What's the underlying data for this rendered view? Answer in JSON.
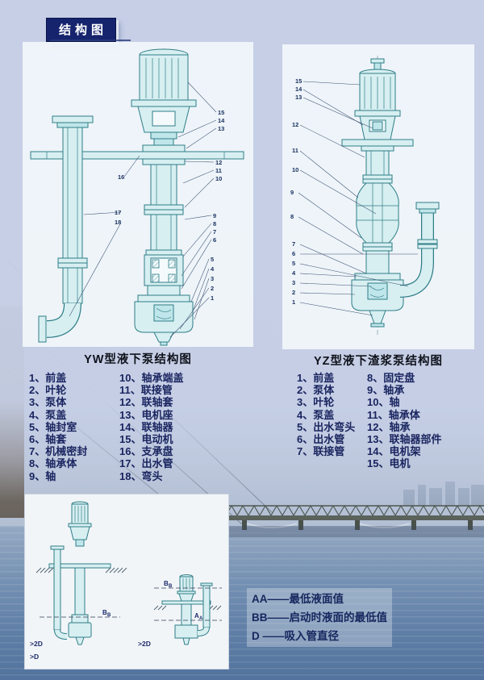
{
  "header": {
    "badge": "结构图"
  },
  "colors": {
    "accent_navy": "#17265e",
    "badge_bg": "#16246e",
    "drawing_teal": "#2f7e88"
  },
  "diagrams": {
    "yw": {
      "caption": "YW型液下泵结构图",
      "parts_col1": [
        "1、前盖",
        "2、叶轮",
        "3、泵体",
        "4、泵盖",
        "5、轴封室",
        "6、轴套",
        "7、机械密封",
        "8、轴承体",
        "9、轴"
      ],
      "parts_col2": [
        "10、轴承端盖",
        "11、联接管",
        "12、联轴套",
        "13、电机座",
        "14、联轴器",
        "15、电动机",
        "16、支承盘",
        "17、出水管",
        "18、弯头"
      ],
      "callouts": [
        "15",
        "14",
        "13",
        "12",
        "11",
        "10",
        "9",
        "8",
        "7",
        "6",
        "5",
        "4",
        "3",
        "2",
        "1",
        "16",
        "17",
        "18"
      ]
    },
    "yz": {
      "caption": "YZ型液下渣浆泵结构图",
      "parts_col1": [
        "1、前盖",
        "2、泵体",
        "3、叶轮",
        "4、泵盖",
        "5、出水弯头",
        "6、出水管",
        "7、联接管"
      ],
      "parts_col2": [
        "8、固定盘",
        "9、轴承",
        "10、轴",
        "11、轴承体",
        "12、轴承",
        "13、联轴器部件",
        "14、电机架",
        "15、电机"
      ],
      "callouts": [
        "15",
        "14",
        "13",
        "12",
        "11",
        "10",
        "9",
        "8",
        "7",
        "6",
        "5",
        "4",
        "3",
        "2",
        "1"
      ]
    }
  },
  "installation": {
    "section_bb": {
      "letter": "B",
      "sub": "B"
    },
    "section_bb2": {
      "letter": "B",
      "sub": "B"
    },
    "section_aa": {
      "letter": "A",
      "sub": "A"
    },
    "dim_2d": ">2D",
    "dim_d": ">D",
    "dim_2d_right": ">2D"
  },
  "legend": {
    "items": [
      "AA——最低液面值",
      "BB——启动时液面的最低值",
      "D ——吸入管直径"
    ]
  }
}
